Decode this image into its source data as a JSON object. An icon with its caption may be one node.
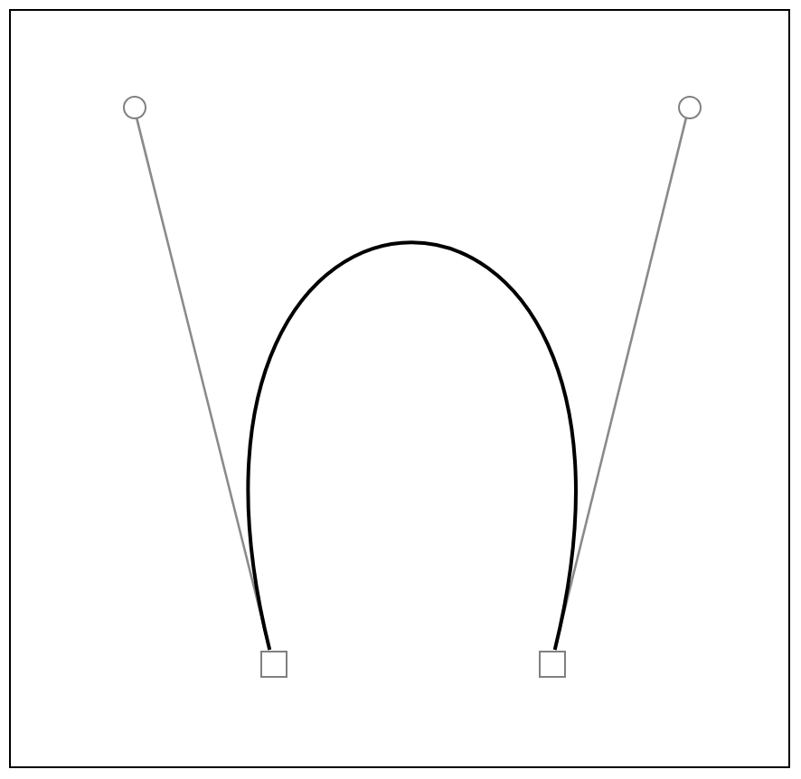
{
  "diagram": {
    "nodes": [
      {
        "text": [],
        "shape": "circle"
      },
      {
        "text": [],
        "shape": "circle"
      },
      {
        "text": [],
        "shape": "box"
      },
      {
        "text": [],
        "shape": "box"
      }
    ],
    "edges": [
      {
        "from": 2,
        "to": 0,
        "arrow": "none"
      },
      {
        "from": 3,
        "to": 1,
        "arrow": "none"
      },
      {
        "from": 2,
        "to": 3,
        "arrow": "none",
        "color": "#000000"
      }
    ]
  }
}
